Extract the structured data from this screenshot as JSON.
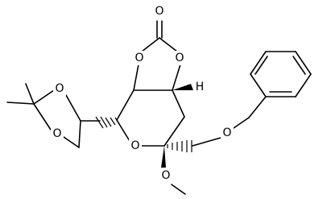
{
  "molecule": {
    "atom_labels": {
      "carbonate_carbonyl_o": "O",
      "carbonate_ring_o_left": "O",
      "carbonate_ring_o_right": "O",
      "stereo_h": "H",
      "dioxolane_o_top": "O",
      "dioxolane_o_bottom": "O",
      "pyran_ring_o": "O",
      "methoxy_o": "O",
      "benzyloxy_o": "O"
    },
    "colors": {
      "bond": "#000000",
      "label": "#000000",
      "background": "#ffffff"
    }
  }
}
